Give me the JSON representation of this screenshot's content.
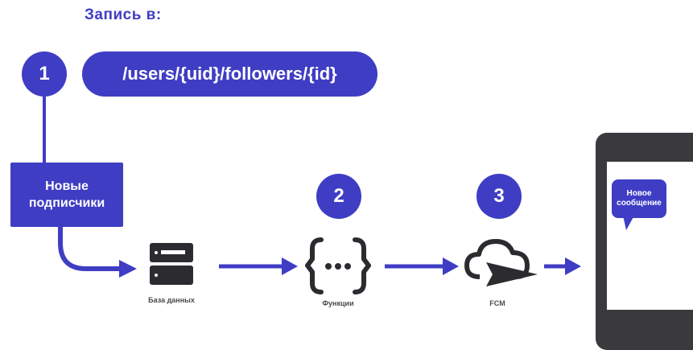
{
  "heading": "Запись в:",
  "step1": {
    "number": "1",
    "path": "/users/{uid}/followers/{id}"
  },
  "trigger_box": {
    "line1": "Новые",
    "line2": "подписчики"
  },
  "step2": {
    "number": "2"
  },
  "step3": {
    "number": "3"
  },
  "nodes": {
    "database": "База данных",
    "functions": "Функции",
    "fcm": "FCM"
  },
  "phone": {
    "message_line1": "Новое",
    "message_line2": "сообщение"
  },
  "colors": {
    "accent": "#3f3dc4",
    "dark": "#2b2b30",
    "device": "#3a3a3e"
  }
}
